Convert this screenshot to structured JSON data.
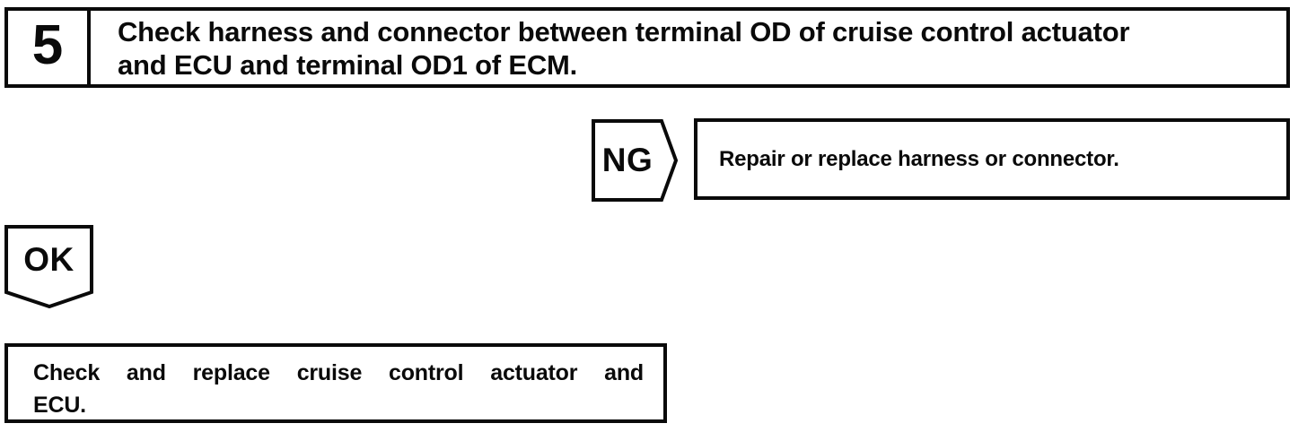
{
  "page": {
    "background": "#ffffff",
    "ink": "#0a0a0a",
    "kind": "troubleshooting-flowchart"
  },
  "flowchart": {
    "step": {
      "number": "5",
      "instruction_lines": [
        "Check harness and connector between terminal OD of cruise control actuator",
        "and ECU and terminal OD1 of ECM."
      ]
    },
    "ng_branch": {
      "label": "NG",
      "action": "Repair or replace harness or connector."
    },
    "ok_branch": {
      "label": "OK",
      "action_lines": [
        "Check and replace cruise control actuator and",
        "ECU."
      ]
    }
  }
}
